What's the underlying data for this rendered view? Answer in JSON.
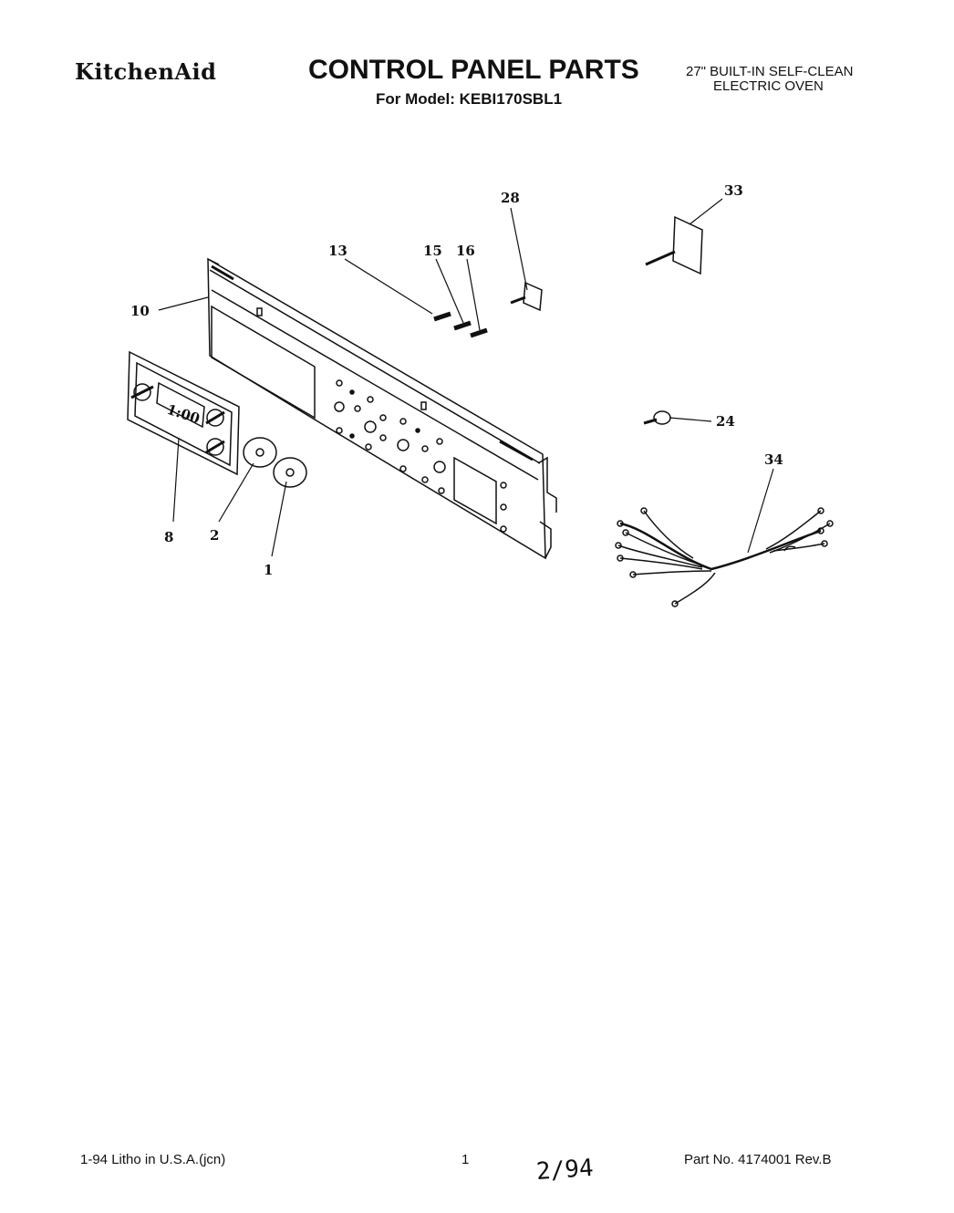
{
  "header": {
    "brand": "KitchenAid",
    "title": "CONTROL PANEL PARTS",
    "model_line": "For Model: KEBI170SBL1",
    "description_line1": "27\" BUILT-IN SELF-CLEAN",
    "description_line2": "ELECTRIC OVEN"
  },
  "diagram": {
    "callouts": [
      "1",
      "2",
      "8",
      "10",
      "13",
      "15",
      "16",
      "24",
      "28",
      "33",
      "34"
    ],
    "clock_display": "1:00"
  },
  "footer": {
    "date_litho": "1-94   Litho in U.S.A.(jcn)",
    "page_number": "1",
    "part_number": "Part No. 4174001   Rev.B",
    "handwritten_note": "2/94"
  },
  "colors": {
    "ink": "#111111",
    "paper": "#ffffff"
  }
}
